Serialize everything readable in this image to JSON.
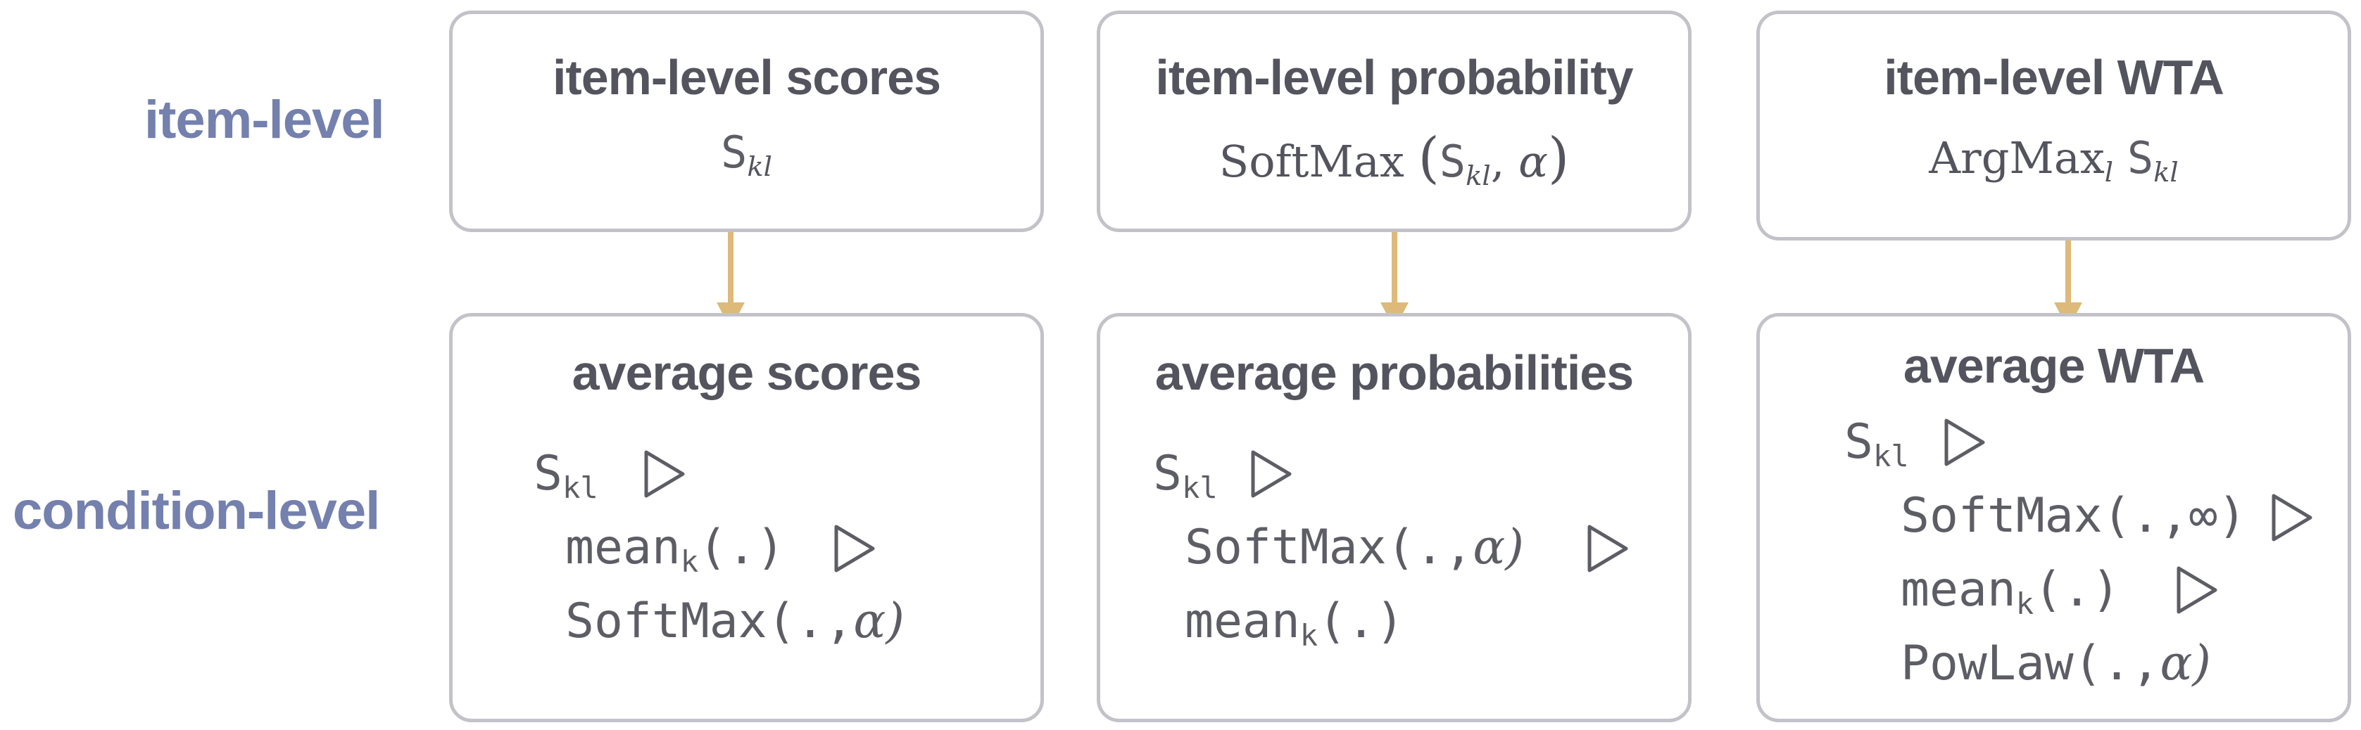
{
  "rows": {
    "item_level": "item-level",
    "condition_level": "condition-level"
  },
  "columns": [
    {
      "item_title": "item-level scores",
      "item_formula": {
        "s": "S",
        "sub": "kl"
      },
      "cond_title": "average scores",
      "steps": [
        {
          "main": "S",
          "sub": "kl",
          "rest": "",
          "arrow": true
        },
        {
          "main": "mean",
          "sub": "k",
          "rest": "(.)",
          "arrow": true
        },
        {
          "main": "SoftMax(.,",
          "sub": "",
          "rest": "α)",
          "arrow": false
        }
      ]
    },
    {
      "item_title": "item-level probability",
      "item_formula": {
        "fn": "SoftMax",
        "s": "S",
        "sub": "kl",
        "param": "α"
      },
      "cond_title": "average probabilities",
      "steps": [
        {
          "main": "S",
          "sub": "kl",
          "rest": "",
          "arrow": true
        },
        {
          "main": "SoftMax(.,",
          "sub": "",
          "rest": "α)",
          "arrow": true
        },
        {
          "main": "mean",
          "sub": "k",
          "rest": "(.)",
          "arrow": false
        }
      ]
    },
    {
      "item_title": "item-level WTA",
      "item_formula": {
        "fn": "ArgMax",
        "fn_sub": "l",
        "s": "S",
        "sub": "kl"
      },
      "cond_title": "average WTA",
      "steps": [
        {
          "main": "S",
          "sub": "kl",
          "rest": "",
          "arrow": true
        },
        {
          "main": "SoftMax(.,",
          "sub": "",
          "rest": "∞)",
          "arrow": true
        },
        {
          "main": "mean",
          "sub": "k",
          "rest": "(.)",
          "arrow": true
        },
        {
          "main": "PowLaw(.,",
          "sub": "",
          "rest": "α)",
          "arrow": false
        }
      ]
    }
  ],
  "colors": {
    "row_label": "#7480ad",
    "box_border": "#c3c2c9",
    "arrow": "#ddb97a",
    "text": "#54545e"
  }
}
